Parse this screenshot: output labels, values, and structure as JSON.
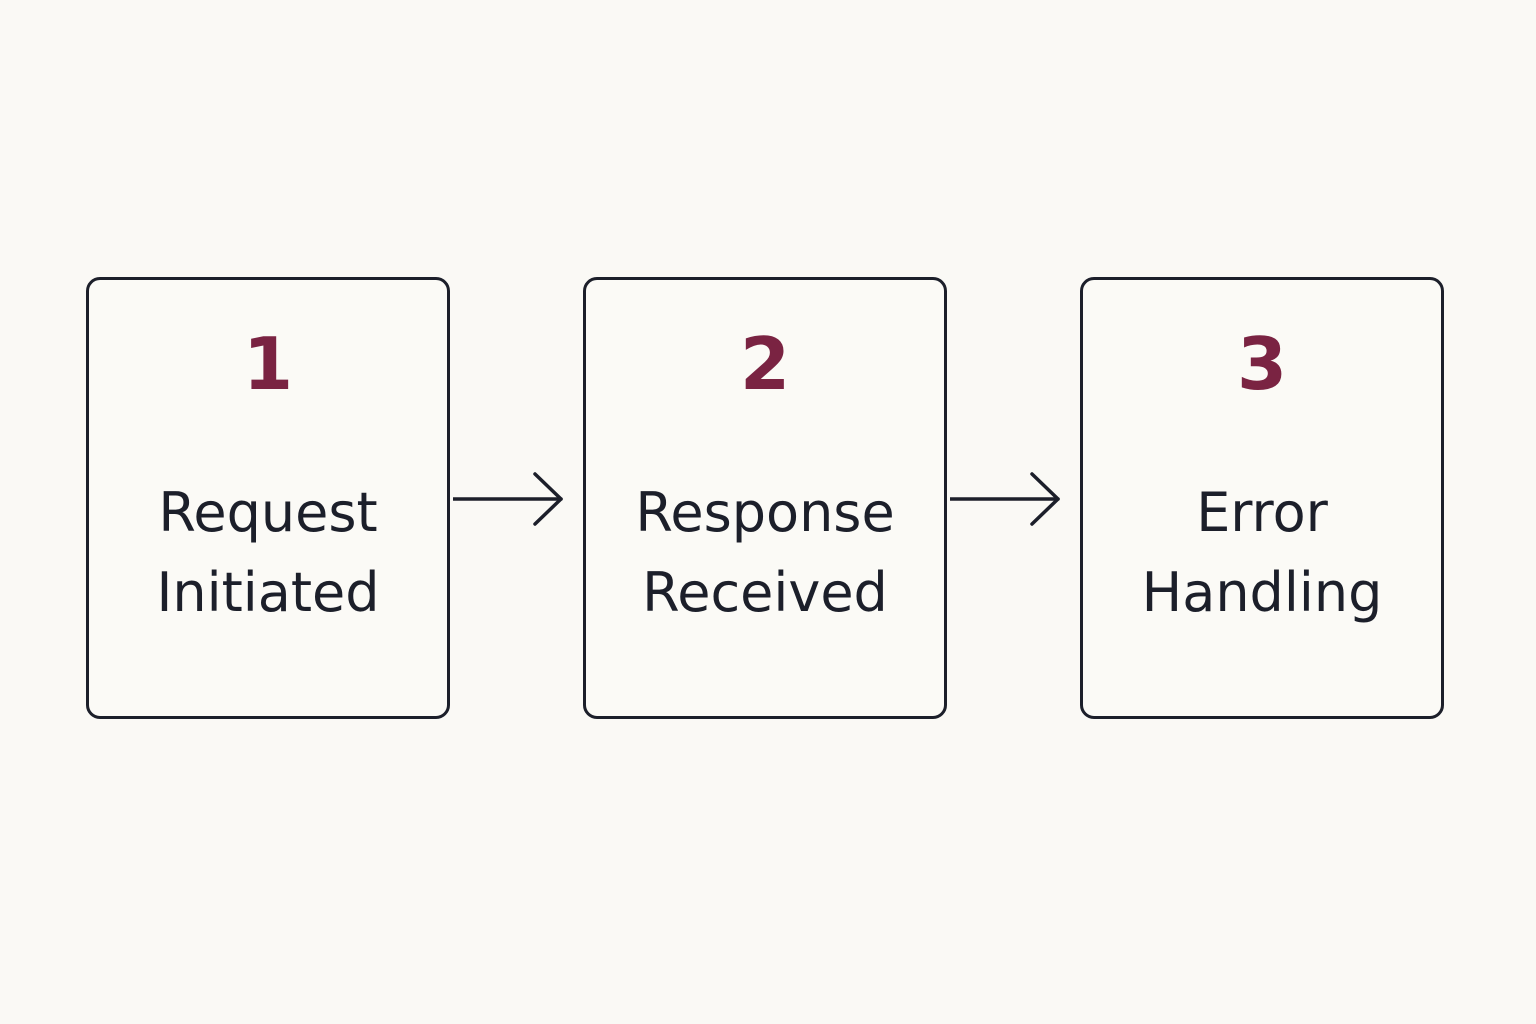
{
  "diagram": {
    "steps": [
      {
        "number": "1",
        "label_line1": "Request",
        "label_line2": "Initiated"
      },
      {
        "number": "2",
        "label_line1": "Response",
        "label_line2": "Received"
      },
      {
        "number": "3",
        "label_line1": "Error",
        "label_line2": "Handling"
      }
    ],
    "connectors": [
      {
        "from": "1",
        "to": "2",
        "icon": "arrow-right-icon"
      },
      {
        "from": "2",
        "to": "3",
        "icon": "arrow-right-icon"
      }
    ],
    "colors": {
      "background": "#faf9f5",
      "box_border": "#1c1f2a",
      "number": "#7a2342",
      "label": "#1c1f2a",
      "arrow": "#1c1f2a"
    }
  }
}
